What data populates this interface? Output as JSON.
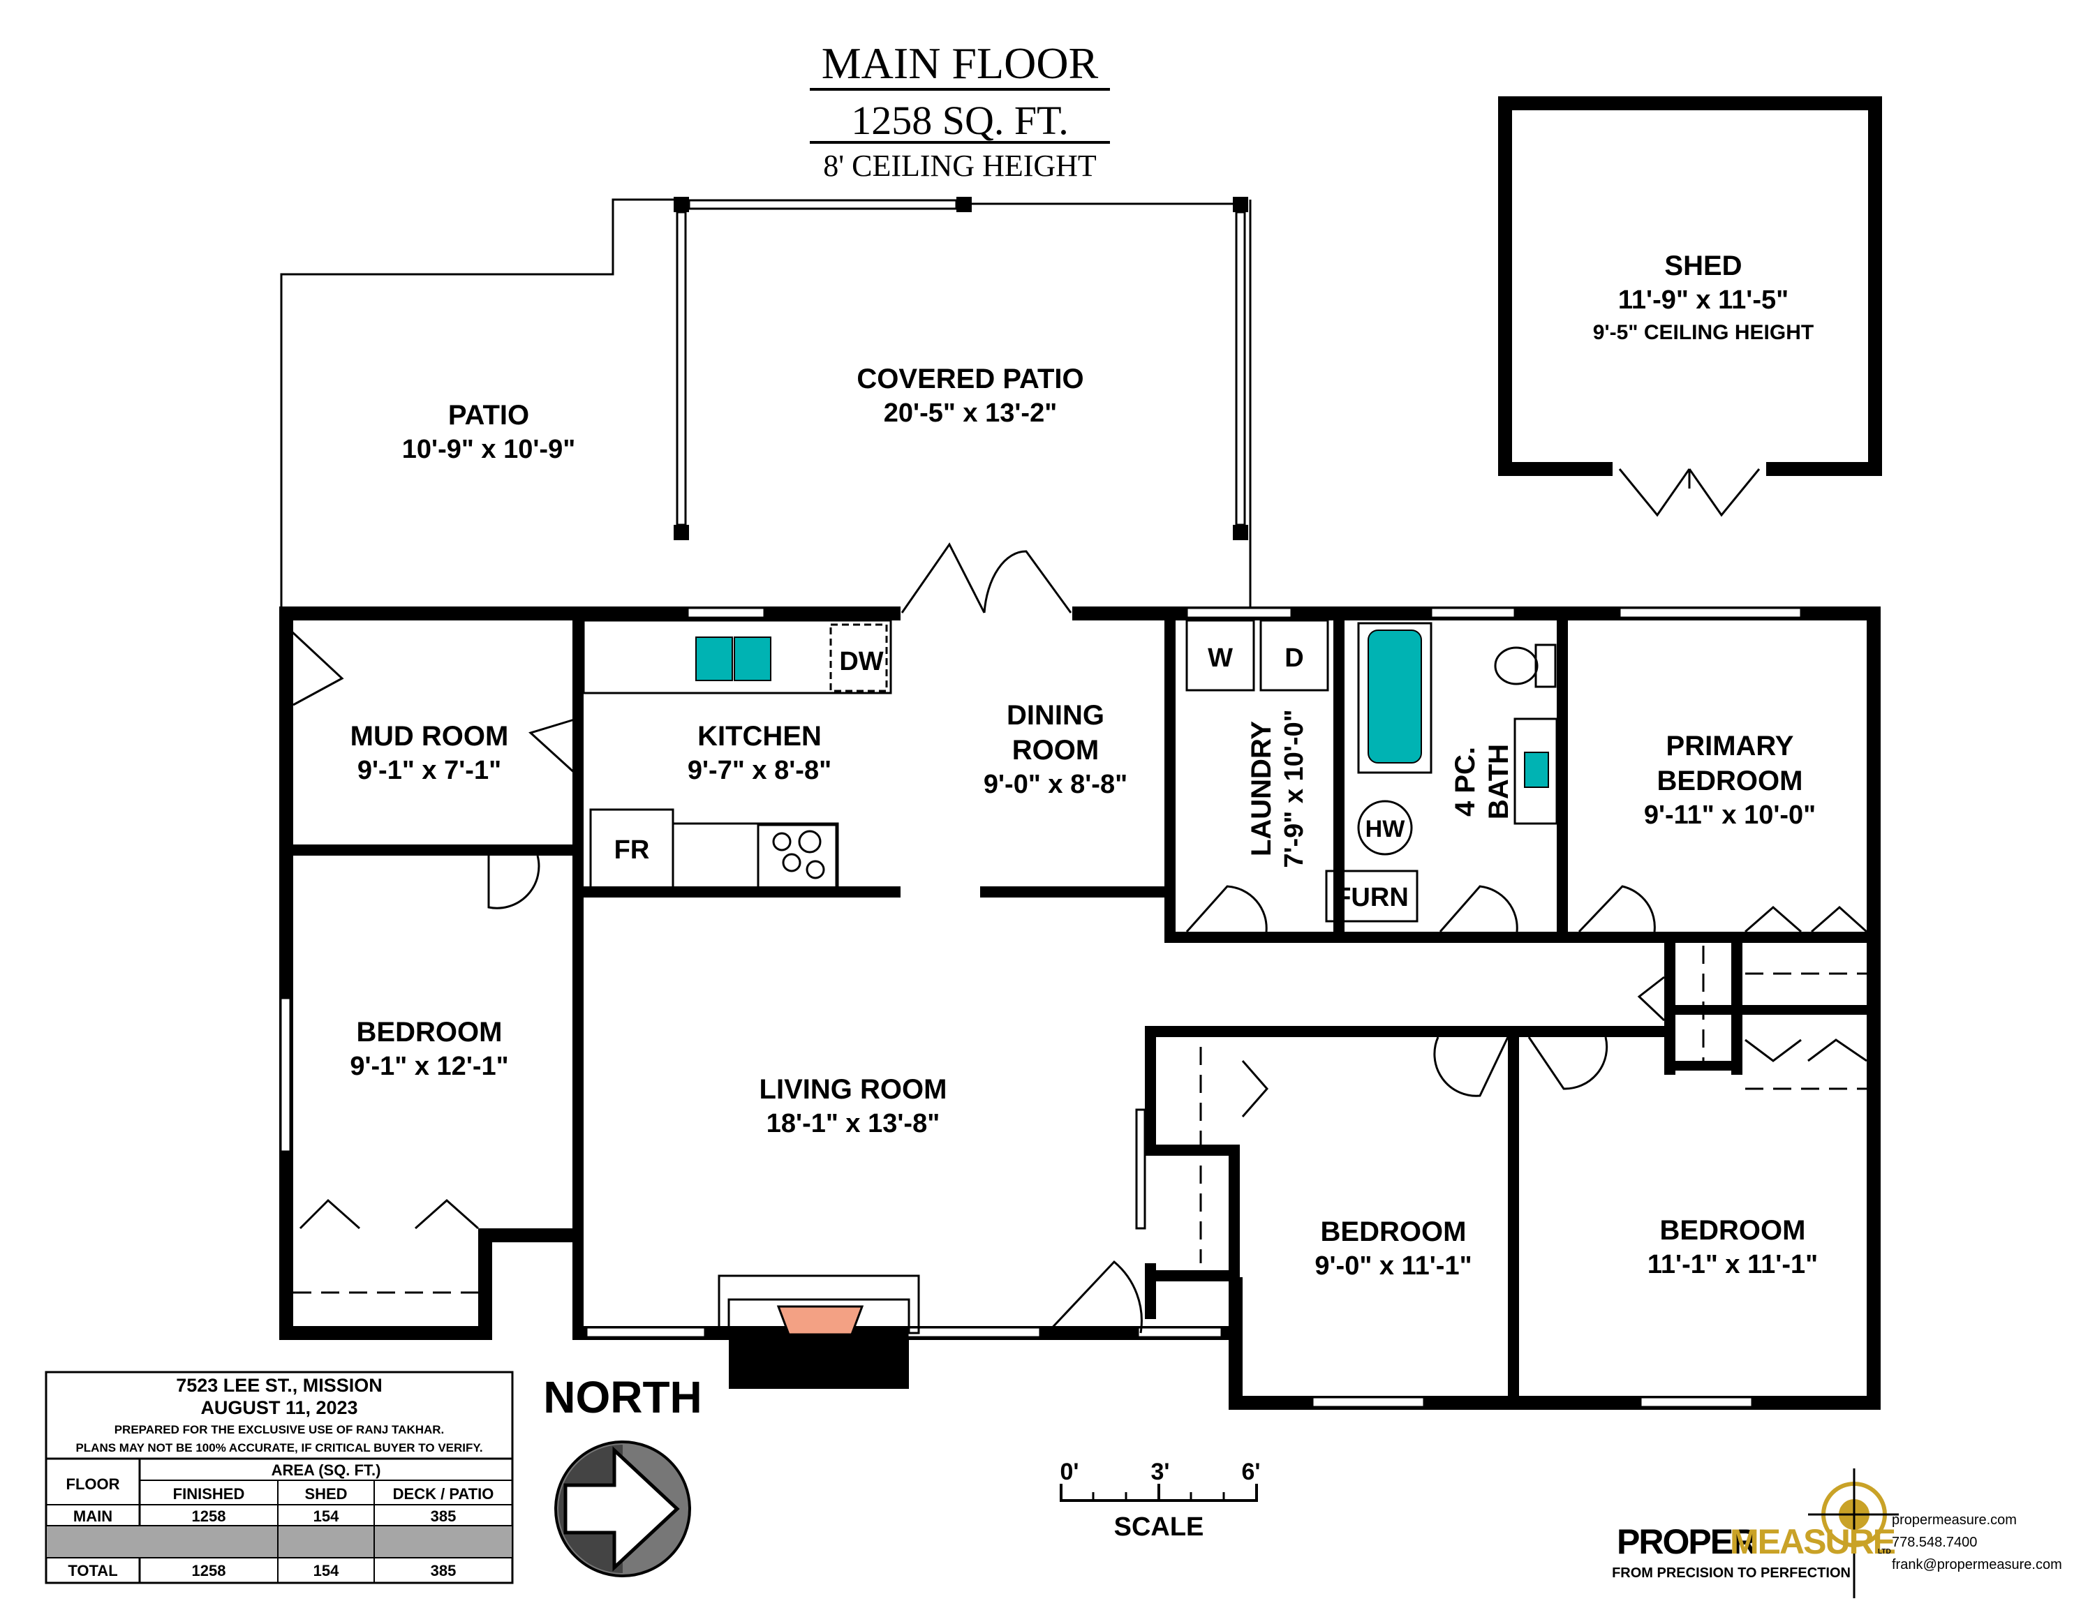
{
  "header": {
    "title": "MAIN FLOOR",
    "area": "1258 SQ. FT.",
    "ceiling": "8' CEILING HEIGHT"
  },
  "rooms": {
    "patio": {
      "name": "PATIO",
      "dims": "10'-9\" x 10'-9\""
    },
    "covered_patio": {
      "name": "COVERED PATIO",
      "dims": "20'-5\" x 13'-2\""
    },
    "shed": {
      "name": "SHED",
      "dims": "11'-9\" x 11'-5\"",
      "ceiling": "9'-5\" CEILING HEIGHT"
    },
    "mud_room": {
      "name": "MUD ROOM",
      "dims": "9'-1\" x 7'-1\""
    },
    "kitchen": {
      "name": "KITCHEN",
      "dims": "9'-7\" x 8'-8\""
    },
    "dining_room": {
      "name_line1": "DINING",
      "name_line2": "ROOM",
      "dims": "9'-0\" x 8'-8\""
    },
    "laundry": {
      "name": "LAUNDRY",
      "dims": "7'-9\" x 10'-0\""
    },
    "bath": {
      "name_line1": "4 PC.",
      "name_line2": "BATH"
    },
    "primary_bedroom": {
      "name_line1": "PRIMARY",
      "name_line2": "BEDROOM",
      "dims": "9'-11\" x 10'-0\""
    },
    "bedroom_west": {
      "name": "BEDROOM",
      "dims": "9'-1\" x 12'-1\""
    },
    "living_room": {
      "name": "LIVING ROOM",
      "dims": "18'-1\" x 13'-8\""
    },
    "bedroom_middle": {
      "name": "BEDROOM",
      "dims": "9'-0\" x 11'-1\""
    },
    "bedroom_east": {
      "name": "BEDROOM",
      "dims": "11'-1\" x 11'-1\""
    }
  },
  "fixtures": {
    "dishwasher": "DW",
    "fridge": "FR",
    "washer": "W",
    "dryer": "D",
    "hot_water": "HW",
    "furnace": "FURN"
  },
  "north_label": "NORTH",
  "scale": {
    "ticks": [
      "0'",
      "3'",
      "6'"
    ],
    "label": "SCALE"
  },
  "info_box": {
    "address": "7523 LEE ST., MISSION",
    "date": "AUGUST 11, 2023",
    "prepared": "PREPARED FOR THE EXCLUSIVE USE OF RANJ TAKHAR.",
    "disclaimer": "PLANS MAY NOT BE 100% ACCURATE, IF CRITICAL BUYER TO VERIFY.",
    "table": {
      "floor_header": "FLOOR",
      "area_header": "AREA (SQ. FT.)",
      "columns": [
        "FINISHED",
        "SHED",
        "DECK / PATIO"
      ],
      "rows": [
        {
          "floor": "MAIN",
          "values": [
            "1258",
            "154",
            "385"
          ]
        },
        {
          "floor": "",
          "values": [
            "",
            "",
            ""
          ]
        },
        {
          "floor": "TOTAL",
          "values": [
            "1258",
            "154",
            "385"
          ]
        }
      ]
    }
  },
  "branding": {
    "logo_part1": "PROPER",
    "logo_part2": "MEASURE",
    "tm": "LTD",
    "tagline": "FROM PRECISION TO PERFECTION",
    "website": "propermeasure.com",
    "phone": "778.548.7400",
    "email": "frank@propermeasure.com"
  },
  "colors": {
    "fixture_teal": "#00b3b3",
    "fireplace_flame": "#f3a184",
    "logo_gold": "#c9a227",
    "table_gray": "#a6a6a6"
  }
}
